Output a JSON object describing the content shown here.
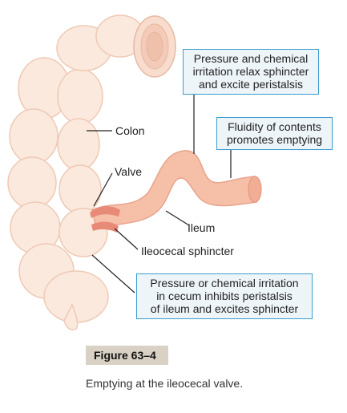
{
  "labels": {
    "colon": "Colon",
    "valve": "Valve",
    "ileum": "Ileum",
    "ileocecal_sphincter": "Ileocecal sphincter"
  },
  "callouts": {
    "top": [
      "Pressure and chemical",
      "irritation relax sphincter",
      "and excite peristalsis"
    ],
    "right": [
      "Fluidity of contents",
      "promotes emptying"
    ],
    "bottom": [
      "Pressure or chemical irritation",
      "in cecum inhibits peristalsis",
      "of ileum and excites sphincter"
    ]
  },
  "figure": {
    "number": "Figure 63–4",
    "caption": "Emptying at the ileocecal valve."
  },
  "colors": {
    "colon_fill": "#fbe9de",
    "colon_outline": "#efc9b4",
    "ileum_fill": "#f6bfa8",
    "sphincter": "#e88a78",
    "callout_border": "#3a9ccf",
    "callout_bg": "#eef5f9",
    "figure_label_bg": "#d9d2c4"
  }
}
